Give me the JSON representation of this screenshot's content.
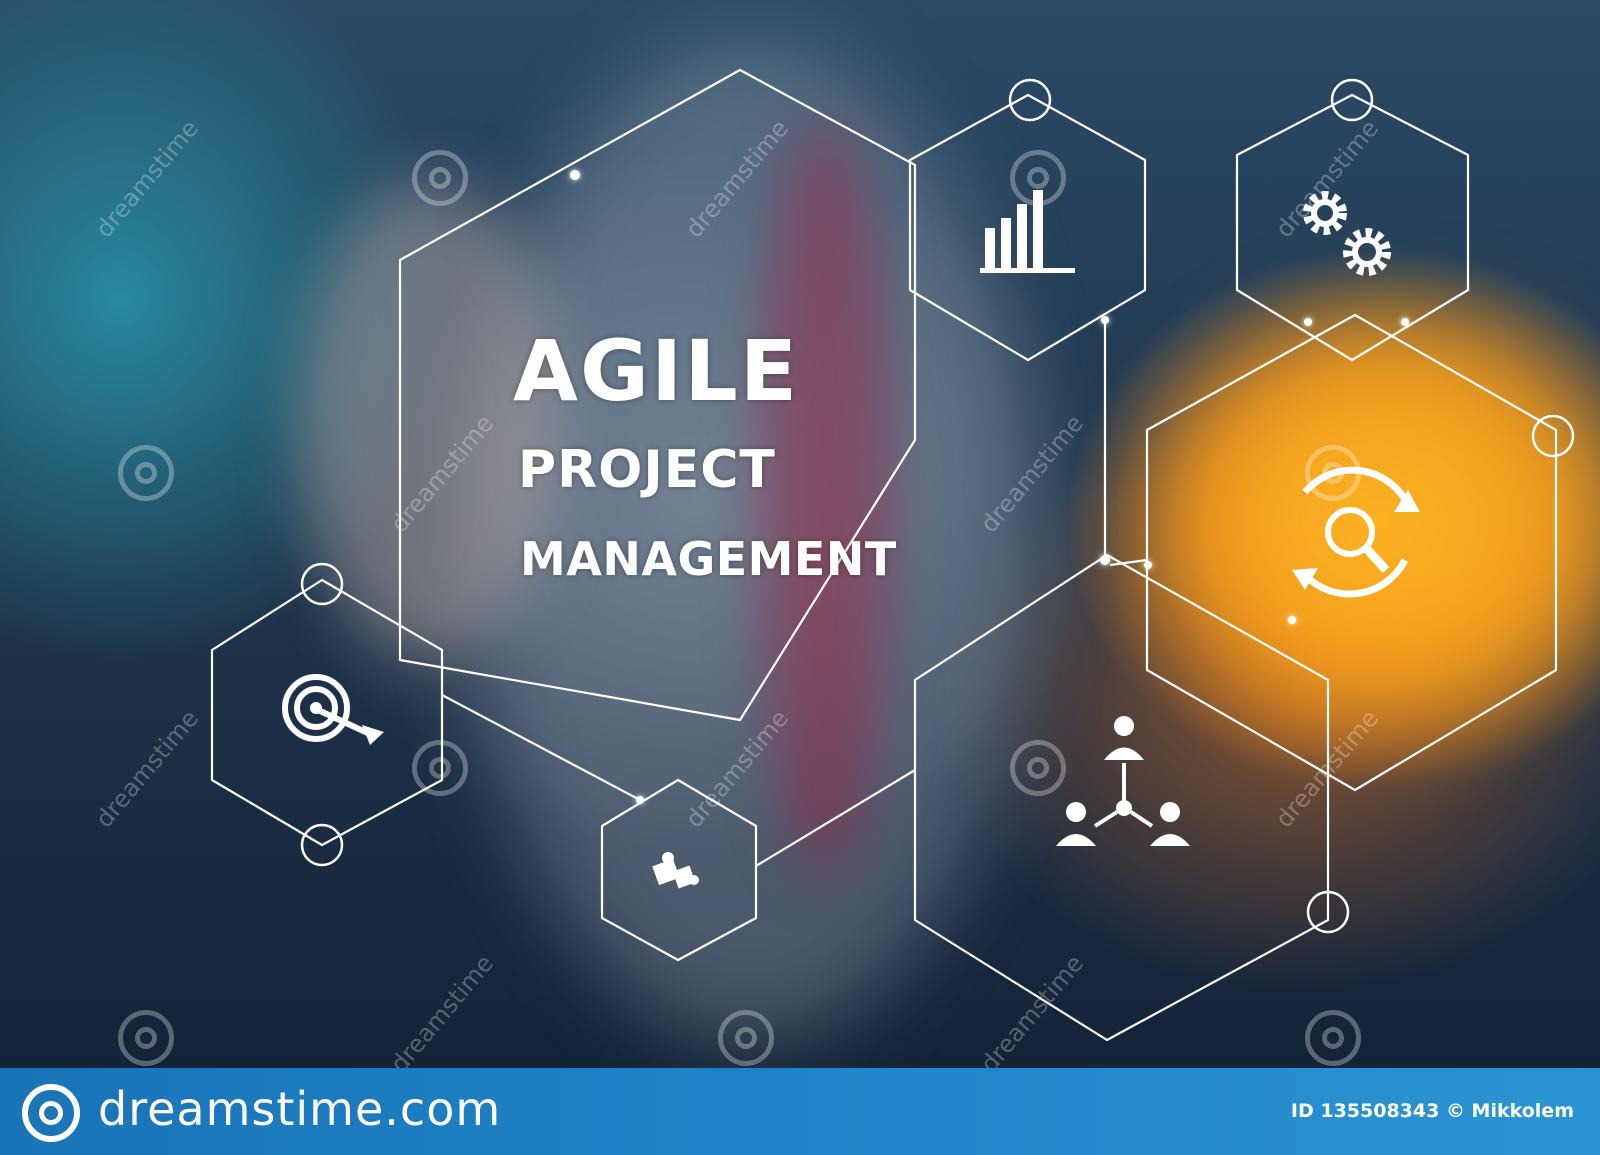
{
  "headline": {
    "line1": "AGILE",
    "line2": "PROJECT",
    "line3": "MANAGEMENT"
  },
  "icons": [
    "bar-chart-icon",
    "gears-icon",
    "search-cycle-icon",
    "target-icon",
    "puzzle-icon",
    "team-network-icon"
  ],
  "watermark": "dreamstime",
  "footer": {
    "brand": "dreamstime.com",
    "id_text": "ID 135508343 © Mikkolem"
  },
  "colors": {
    "line": "#ffffff",
    "footer": "#1f86c9",
    "accent_orange": "#ff9a1f",
    "accent_teal": "#2a9bb0"
  }
}
